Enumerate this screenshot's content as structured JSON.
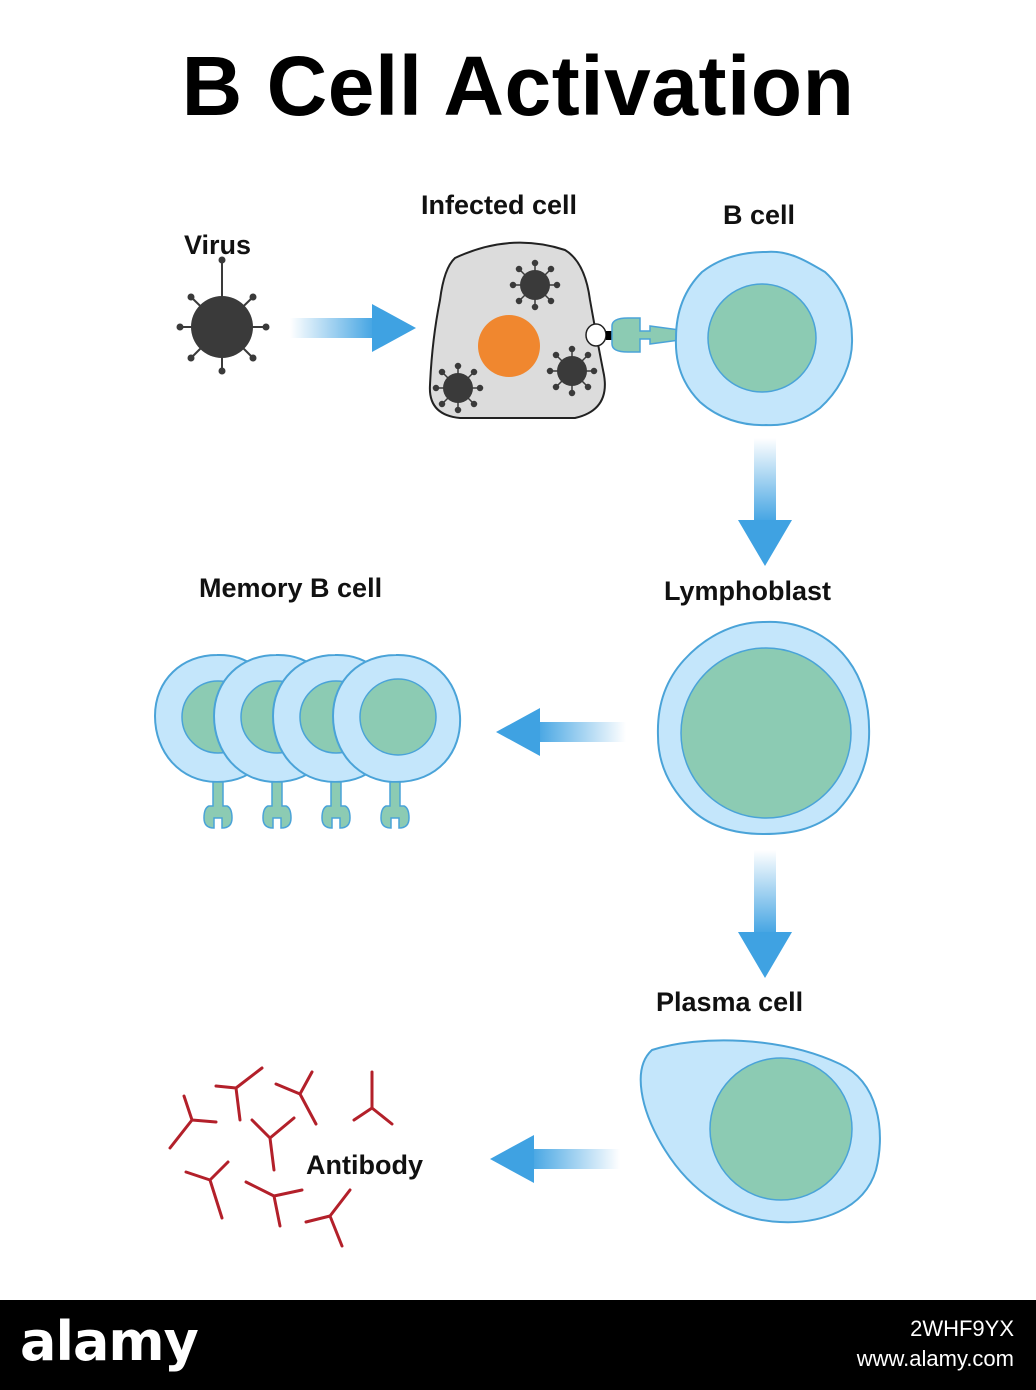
{
  "title": "B Cell Activation",
  "labels": {
    "virus": "Virus",
    "infected_cell": "Infected cell",
    "b_cell": "B cell",
    "lymphoblast": "Lymphoblast",
    "memory_b_cell": "Memory B cell",
    "plasma_cell": "Plasma cell",
    "antibody": "Antibody"
  },
  "footer": {
    "brand": "alamy",
    "image_id": "2WHF9YX",
    "site": "www.alamy.com"
  },
  "colors": {
    "cell_membrane_fill": "#c4e6fb",
    "cell_outline": "#4aa3d8",
    "nucleus_fill": "#8ccbb3",
    "virus_fill": "#3a3a3a",
    "infected_cell_fill": "#dcdcdc",
    "infected_nucleus": "#f0872f",
    "arrow_color": "#3fa2e2",
    "antibody_color": "#b3202a"
  }
}
